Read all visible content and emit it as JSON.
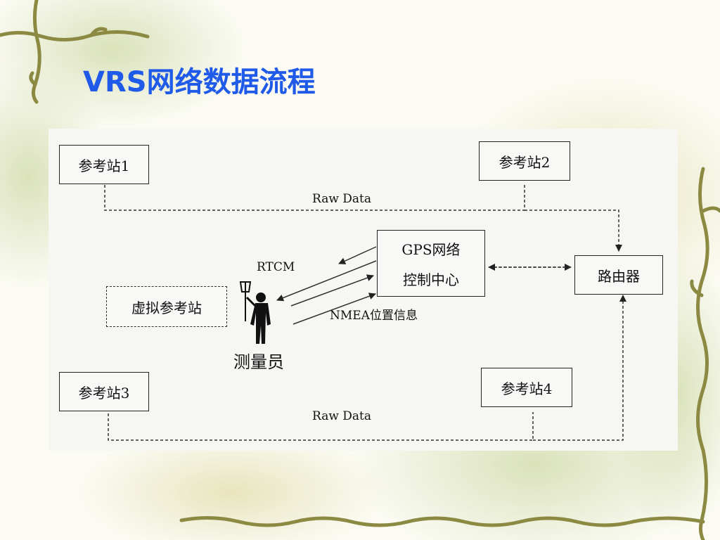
{
  "slide": {
    "title": "VRS网络数据流程"
  },
  "diagram": {
    "nodes": {
      "station1": "参考站1",
      "station2": "参考站2",
      "station3": "参考站3",
      "station4": "参考站4",
      "virtual_station": "虚拟参考站",
      "control_center_line1": "GPS网络",
      "control_center_line2": "控制中心",
      "router": "路由器"
    },
    "labels": {
      "raw_data_top": "Raw Data",
      "raw_data_bottom": "Raw Data",
      "rtcm": "RTCM",
      "nmea": "NMEA位置信息",
      "surveyor": "测量员"
    }
  },
  "colors": {
    "title": "#1f5be8",
    "vine": "#8c8a42",
    "background_tint": "#e7ecd2"
  },
  "icons": [
    "vine-decoration",
    "surveyor-figure-icon",
    "dashed-arrow",
    "solid-arrow"
  ]
}
